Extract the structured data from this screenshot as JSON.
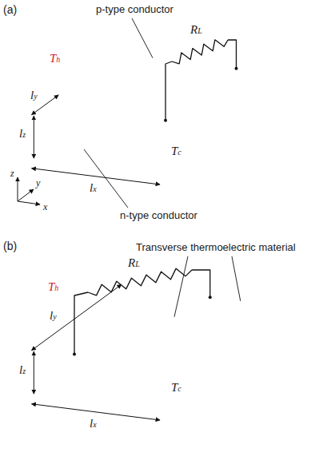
{
  "diagram": {
    "labels": [
      "(a)",
      "p-type conductor",
      "Th",
      "RL",
      "ly",
      "lz",
      "Tc",
      "z",
      "y",
      "x",
      "lx",
      "n-type conductor",
      "(b)",
      "Transverse thermoelectric material",
      "Th",
      "RL",
      "ly",
      "lz",
      "Tc",
      "lx"
    ]
  }
}
